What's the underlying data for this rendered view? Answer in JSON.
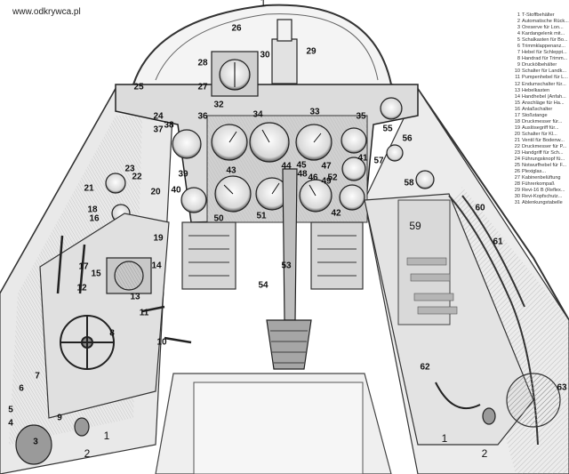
{
  "watermark": "www.odkrywca.pl",
  "legend": [
    {
      "n": "1",
      "t": "T-Stoffbehälter"
    },
    {
      "n": "2",
      "t": "Automatische Rück..."
    },
    {
      "n": "3",
      "t": "Oreserve für Lon..."
    },
    {
      "n": "4",
      "t": "Kardangelenk mit..."
    },
    {
      "n": "5",
      "t": "Schalkasten für Bo..."
    },
    {
      "n": "6",
      "t": "Trimmklappenanz..."
    },
    {
      "n": "7",
      "t": "Hebel für Schleppt..."
    },
    {
      "n": "8",
      "t": "Handrad für Trimm..."
    },
    {
      "n": "9",
      "t": "Druckölbehälter"
    },
    {
      "n": "10",
      "t": "Schalter für Landk..."
    },
    {
      "n": "11",
      "t": "Pumpenhebel für L..."
    },
    {
      "n": "12",
      "t": "Endumschalter für..."
    },
    {
      "n": "13",
      "t": "Hebelkasten"
    },
    {
      "n": "14",
      "t": "Handhebel (Anfah..."
    },
    {
      "n": "15",
      "t": "Anschläge für Ha..."
    },
    {
      "n": "16",
      "t": "Anlaßschalter"
    },
    {
      "n": "17",
      "t": "Stoßstange"
    },
    {
      "n": "18",
      "t": "Druckmesser für..."
    },
    {
      "n": "19",
      "t": "Auslösegriff für..."
    },
    {
      "n": "20",
      "t": "Schalter für Kl..."
    },
    {
      "n": "21",
      "t": "Ventil für Bodenw..."
    },
    {
      "n": "22",
      "t": "Druckmesser für P..."
    },
    {
      "n": "23",
      "t": "Handgriff für Sch..."
    },
    {
      "n": "24",
      "t": "Führungsknopf fü..."
    },
    {
      "n": "25",
      "t": "Notwurfhebel für F..."
    },
    {
      "n": "26",
      "t": "Plexiglas..."
    },
    {
      "n": "27",
      "t": "Kabinenbelüftung"
    },
    {
      "n": "28",
      "t": "Führerkompaß"
    },
    {
      "n": "29",
      "t": "Revi-16 B (Reflex..."
    },
    {
      "n": "30",
      "t": "Revi-Kopfschutz..."
    },
    {
      "n": "31",
      "t": "Ablenkungstabelle"
    }
  ],
  "callouts": [
    {
      "t": "1"
    },
    {
      "t": "26"
    },
    {
      "t": "28"
    },
    {
      "t": "30"
    },
    {
      "t": "29"
    },
    {
      "t": "25"
    },
    {
      "t": "27"
    },
    {
      "t": "24"
    },
    {
      "t": "32"
    },
    {
      "t": "34"
    },
    {
      "t": "33"
    },
    {
      "t": "35"
    },
    {
      "t": "55"
    },
    {
      "t": "36"
    },
    {
      "t": "37"
    },
    {
      "t": "38"
    },
    {
      "t": "23"
    },
    {
      "t": "22"
    },
    {
      "t": "21"
    },
    {
      "t": "20"
    },
    {
      "t": "19"
    },
    {
      "t": "18"
    },
    {
      "t": "17"
    },
    {
      "t": "16"
    },
    {
      "t": "15"
    },
    {
      "t": "14"
    },
    {
      "t": "13"
    },
    {
      "t": "12"
    },
    {
      "t": "11"
    },
    {
      "t": "10"
    },
    {
      "t": "9"
    },
    {
      "t": "8"
    },
    {
      "t": "7"
    },
    {
      "t": "6"
    },
    {
      "t": "5"
    },
    {
      "t": "4"
    },
    {
      "t": "3"
    },
    {
      "t": "2"
    },
    {
      "t": "1"
    },
    {
      "t": "39"
    },
    {
      "t": "40"
    },
    {
      "t": "41"
    },
    {
      "t": "42"
    },
    {
      "t": "43"
    },
    {
      "t": "44"
    },
    {
      "t": "45"
    },
    {
      "t": "46"
    },
    {
      "t": "47"
    },
    {
      "t": "48"
    },
    {
      "t": "49"
    },
    {
      "t": "50"
    },
    {
      "t": "51"
    },
    {
      "t": "52"
    },
    {
      "t": "53"
    },
    {
      "t": "54"
    },
    {
      "t": "56"
    },
    {
      "t": "57"
    },
    {
      "t": "58"
    },
    {
      "t": "59"
    },
    {
      "t": "60"
    },
    {
      "t": "61"
    },
    {
      "t": "62"
    },
    {
      "t": "63"
    },
    {
      "t": "1"
    },
    {
      "t": "2"
    }
  ]
}
